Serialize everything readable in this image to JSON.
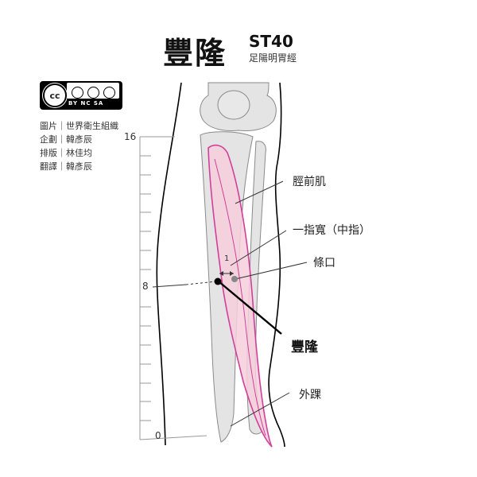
{
  "title": {
    "point_name": "豐隆",
    "code": "ST40",
    "meridian": "足陽明胃經"
  },
  "license": {
    "badge_text": "cc",
    "labels": "BY  NC  SA"
  },
  "credits": [
    "圖片｜世界衛生組織",
    "企劃｜韓彥辰",
    "排版｜林佳均",
    "翻譯｜韓彥辰"
  ],
  "scale": {
    "top_label": "16",
    "mid_label": "8",
    "bottom_label": "0"
  },
  "annotations": {
    "muscle": "脛前肌",
    "finger_width": "一指寬（中指）",
    "neighbor_point": "條口",
    "main_point": "豐隆",
    "ankle": "外踝",
    "finger_mark": "1"
  },
  "colors": {
    "muscle_fill": "#f6cfdc",
    "muscle_stroke": "#d0409a",
    "bone_fill": "#e4e4e4",
    "outline": "#000000"
  }
}
